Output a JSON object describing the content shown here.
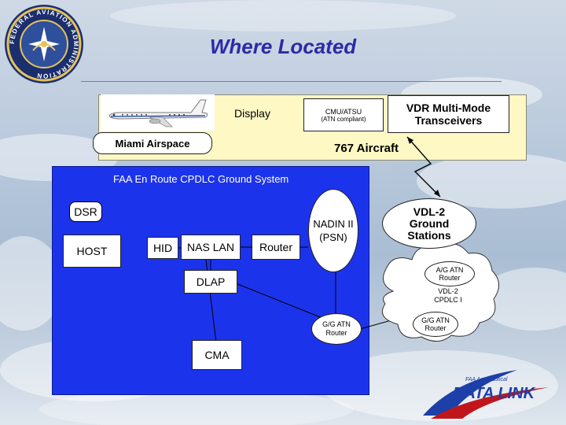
{
  "slide": {
    "title": "Where Located"
  },
  "logos": {
    "faa_seal_text": "FEDERAL AVIATION ADMINISTRATION",
    "datalink_small": "FAA Aeronautical",
    "datalink_big": "DATA LINK"
  },
  "aircraft_area": {
    "display_label": "Display",
    "cmu_line1": "CMU/ATSU",
    "cmu_line2": "(ATN compliant)",
    "vdr_line1": "VDR Multi-Mode",
    "vdr_line2": "Transceivers",
    "miami_label": "Miami Airspace",
    "aircraft_label": "767 Aircraft"
  },
  "ground_system": {
    "title": "FAA En Route CPDLC Ground System",
    "dsr": "DSR",
    "host": "HOST",
    "hid": "HID",
    "nas_lan": "NAS LAN",
    "router": "Router",
    "nadin_line1": "NADIN II",
    "nadin_line2": "(PSN)",
    "dlap": "DLAP",
    "gg_router_line1": "G/G ATN",
    "gg_router_line2": "Router",
    "cma": "CMA"
  },
  "vdl": {
    "stations_line1": "VDL-2",
    "stations_line2": "Ground",
    "stations_line3": "Stations",
    "ag_router_line1": "A/G ATN",
    "ag_router_line2": "Router",
    "cloud_line1": "VDL-2",
    "cloud_line2": "CPDLC I",
    "gg_router_line1": "G/G ATN",
    "gg_router_line2": "Router"
  },
  "colors": {
    "title": "#2b2ba6",
    "panel": "#1c33ec",
    "yellow_band": "#fdf8c4",
    "datalink_red": "#c0161b",
    "datalink_blue": "#1d3fa8"
  }
}
